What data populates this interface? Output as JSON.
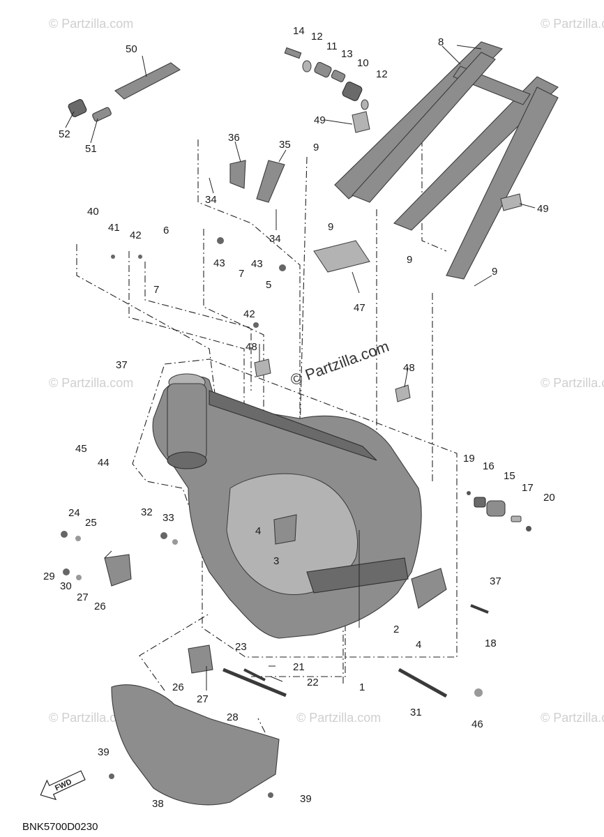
{
  "diagram": {
    "code": "BNK5700D0230",
    "watermark": "© Partzilla.com",
    "fwd_label": "FWD",
    "callouts": {
      "c1": "1",
      "c2": "2",
      "c3": "3",
      "c4a": "4",
      "c4b": "4",
      "c5": "5",
      "c6": "6",
      "c7a": "7",
      "c7b": "7",
      "c8": "8",
      "c9a": "9",
      "c9b": "9",
      "c9c": "9",
      "c9d": "9",
      "c10": "10",
      "c11": "11",
      "c12a": "12",
      "c12b": "12",
      "c13": "13",
      "c14": "14",
      "c15": "15",
      "c16": "16",
      "c17": "17",
      "c18": "18",
      "c19": "19",
      "c20": "20",
      "c21": "21",
      "c22": "22",
      "c23": "23",
      "c24": "24",
      "c25": "25",
      "c26a": "26",
      "c26b": "26",
      "c27a": "27",
      "c27b": "27",
      "c28": "28",
      "c29": "29",
      "c30": "30",
      "c31": "31",
      "c32": "32",
      "c33": "33",
      "c34a": "34",
      "c34b": "34",
      "c35": "35",
      "c36": "36",
      "c37a": "37",
      "c37b": "37",
      "c38": "38",
      "c39a": "39",
      "c39b": "39",
      "c40": "40",
      "c41": "41",
      "c42a": "42",
      "c42b": "42",
      "c43a": "43",
      "c43b": "43",
      "c44": "44",
      "c45": "45",
      "c46": "46",
      "c47": "47",
      "c48a": "48",
      "c48b": "48",
      "c49a": "49",
      "c49b": "49",
      "c50": "50",
      "c51": "51",
      "c52": "52"
    }
  }
}
